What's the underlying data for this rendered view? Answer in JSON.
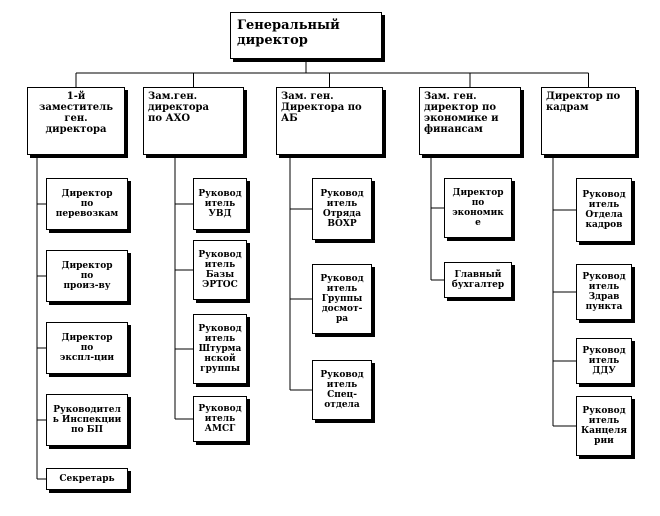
{
  "ceo": {
    "lines": [
      "Генеральный",
      "директор"
    ]
  },
  "branches": [
    {
      "key": "first-deputy",
      "head": [
        "1-й",
        "заместитель",
        "ген.",
        "директора"
      ],
      "children": [
        {
          "key": "director-transport",
          "lines": [
            "Директор",
            "по",
            "перевозкам"
          ]
        },
        {
          "key": "director-production",
          "lines": [
            "Директор",
            "по",
            "произ-ву"
          ]
        },
        {
          "key": "director-operations",
          "lines": [
            "Директор",
            "по",
            "экспл-ции"
          ]
        },
        {
          "key": "head-inspection",
          "lines": [
            "Руководител",
            "ь Инспекции",
            "по    БП"
          ]
        },
        {
          "key": "secretary",
          "lines": [
            "Секретарь"
          ]
        }
      ]
    },
    {
      "key": "deputy-aho",
      "head": [
        "Зам.ген.",
        "директора",
        "по АХО"
      ],
      "children": [
        {
          "key": "head-uvd",
          "lines": [
            "Руковод",
            "итель",
            "УВД"
          ]
        },
        {
          "key": "head-base-ertos",
          "lines": [
            "Руковод",
            "итель",
            "Базы",
            "ЭРТОС"
          ]
        },
        {
          "key": "head-navigation",
          "lines": [
            "Руковод",
            "итель",
            "Штурма",
            "нской",
            "группы"
          ]
        },
        {
          "key": "head-amsg",
          "lines": [
            "Руковод",
            "итель",
            "АМСГ"
          ]
        }
      ]
    },
    {
      "key": "deputy-ab",
      "head": [
        "Зам.  ген.",
        "Директора по",
        "АБ"
      ],
      "children": [
        {
          "key": "head-vokhr",
          "lines": [
            "Руковод",
            "итель",
            "Отряда",
            "ВОХР"
          ]
        },
        {
          "key": "head-screening",
          "lines": [
            "Руковод",
            "итель",
            "Группы",
            "досмот-",
            "ра"
          ]
        },
        {
          "key": "head-special",
          "lines": [
            "Руковод",
            "итель",
            "Спец-",
            "отдела"
          ]
        }
      ]
    },
    {
      "key": "deputy-economics",
      "head": [
        "Зам.  ген.",
        "директор  по",
        "экономике  и",
        "финансам"
      ],
      "children": [
        {
          "key": "director-economics",
          "lines": [
            "Директор",
            "по",
            "экономик",
            "е"
          ]
        },
        {
          "key": "chief-accountant",
          "lines": [
            "Главный",
            "бухгалтер"
          ]
        }
      ]
    },
    {
      "key": "director-hr",
      "head": [
        "Директор по",
        "кадрам"
      ],
      "children": [
        {
          "key": "head-personnel",
          "lines": [
            "Руковод",
            "итель",
            "Отдела",
            "кадров"
          ]
        },
        {
          "key": "head-health",
          "lines": [
            "Руковод",
            "итель",
            "Здрав",
            "пункта"
          ]
        },
        {
          "key": "head-ddu",
          "lines": [
            "Руковод",
            "итель",
            "ДДУ"
          ]
        },
        {
          "key": "head-office",
          "lines": [
            "Руковод",
            "итель",
            "Канцеля",
            "рии"
          ]
        }
      ]
    }
  ]
}
